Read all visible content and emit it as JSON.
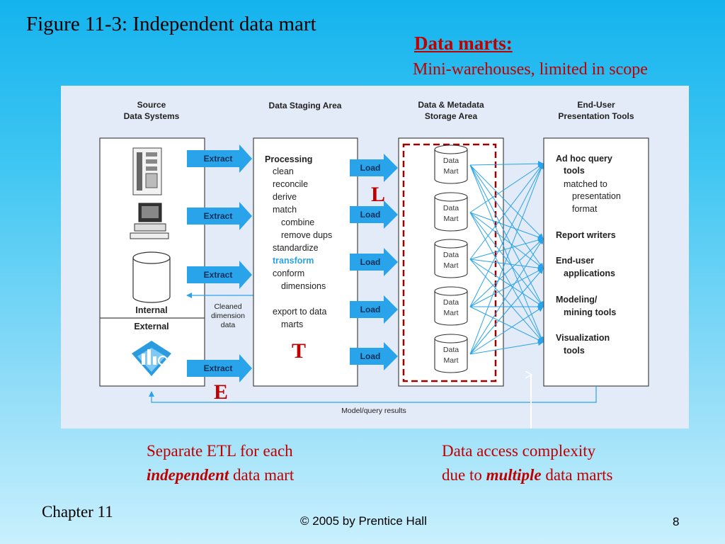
{
  "slide": {
    "title": "Figure 11-3: Independent data mart",
    "heading": "Data marts:",
    "subheading": "Mini-warehouses, limited in scope"
  },
  "diagram": {
    "columns": {
      "source": [
        "Source",
        "Data Systems"
      ],
      "staging": [
        "Data Staging Area"
      ],
      "storage": [
        "Data & Metadata",
        "Storage Area"
      ],
      "tools": [
        "End-User",
        "Presentation Tools"
      ]
    },
    "source_labels": {
      "internal": "Internal",
      "external": "External"
    },
    "extract_label": "Extract",
    "load_label": "Load",
    "processing": {
      "title": "Processing",
      "steps": [
        "clean",
        "reconcile",
        "derive",
        "match",
        "combine",
        "remove dups",
        "standardize",
        "transform",
        "conform",
        "dimensions",
        "export to data",
        "marts"
      ]
    },
    "cleaned_dimension": [
      "Cleaned",
      "dimension",
      "data"
    ],
    "mart_label": [
      "Data",
      "Mart"
    ],
    "tools": [
      [
        "Ad hoc query",
        "tools",
        "matched to",
        "presentation",
        "format"
      ],
      [
        "Report writers"
      ],
      [
        "End-user",
        "applications"
      ],
      [
        "Modeling/",
        "mining tools"
      ],
      [
        "Visualization",
        "tools"
      ]
    ],
    "model_results": "Model/query results",
    "markers": {
      "e": "E",
      "t": "T",
      "l": "L"
    }
  },
  "captions": {
    "left": {
      "line1": "Separate ETL for each",
      "emph": "independent",
      "line2_rest": " data mart"
    },
    "right": {
      "line1": "Data access complexity",
      "line2_pre": "due to ",
      "emph": "multiple",
      "line2_rest": " data marts"
    }
  },
  "footer": {
    "chapter": "Chapter 11",
    "copyright": "© 2005 by Prentice Hall",
    "page": "8"
  },
  "colors": {
    "accent_red": "#c00000",
    "arrow_blue": "#29a3ea",
    "panel_bg": "#e2ebf7"
  }
}
